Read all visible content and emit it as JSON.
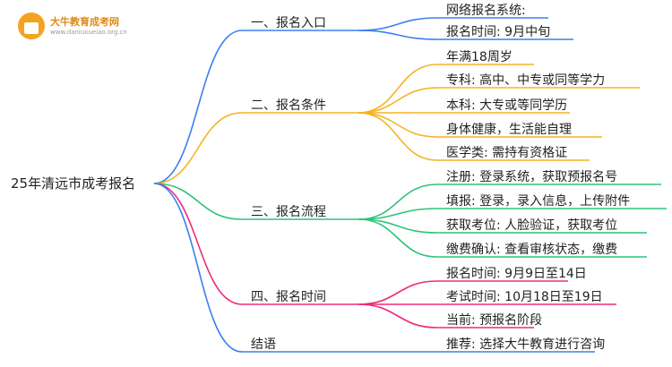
{
  "logo": {
    "title": "大牛教育成考网",
    "url": "www.daniuxueiao.org.cn"
  },
  "root": {
    "label": "25年清远市成考报名"
  },
  "colors": {
    "blue": "#3c7ff0",
    "orange": "#f5b321",
    "green": "#2ec27a",
    "pink": "#ee2b7b"
  },
  "branches": [
    {
      "label": "一、报名入口",
      "color": "blue",
      "leaves": [
        "网络报名系统:",
        "报名时间: 9月中旬"
      ]
    },
    {
      "label": "二、报名条件",
      "color": "orange",
      "leaves": [
        "年满18周岁",
        "专科: 高中、中专或同等学力",
        "本科: 大专或等同学历",
        "身体健康，生活能自理",
        "医学类: 需持有资格证"
      ]
    },
    {
      "label": "三、报名流程",
      "color": "green",
      "leaves": [
        "注册: 登录系统，获取预报名号",
        "填报: 登录，录入信息，上传附件",
        "获取考位: 人脸验证，获取考位",
        "缴费确认: 查看审核状态，缴费"
      ]
    },
    {
      "label": "四、报名时间",
      "color": "pink",
      "leaves": [
        "报名时间: 9月9日至14日",
        "考试时间: 10月18日至19日",
        "当前: 预报名阶段"
      ]
    },
    {
      "label": "结语",
      "color": "blue",
      "leaves": [
        "推荐: 选择大牛教育进行咨询"
      ]
    }
  ]
}
